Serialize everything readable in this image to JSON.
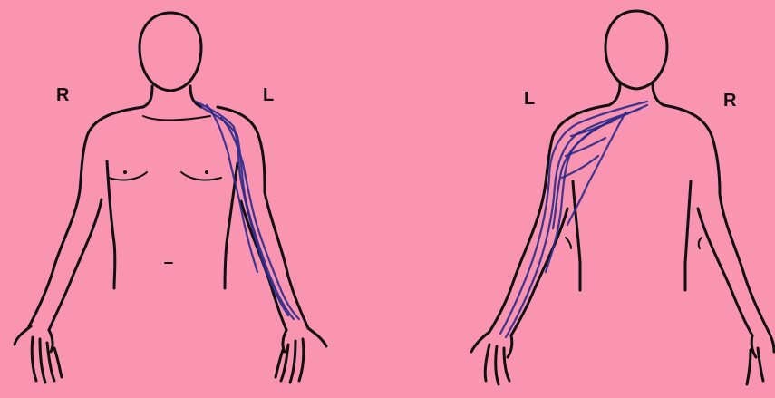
{
  "front_view": {
    "right_label": "R",
    "left_label": "L"
  },
  "back_view": {
    "left_label": "L",
    "right_label": "R"
  },
  "colors": {
    "background": "#f994b1",
    "outline": "#111111",
    "pain_marking": "#2a2a8c"
  }
}
